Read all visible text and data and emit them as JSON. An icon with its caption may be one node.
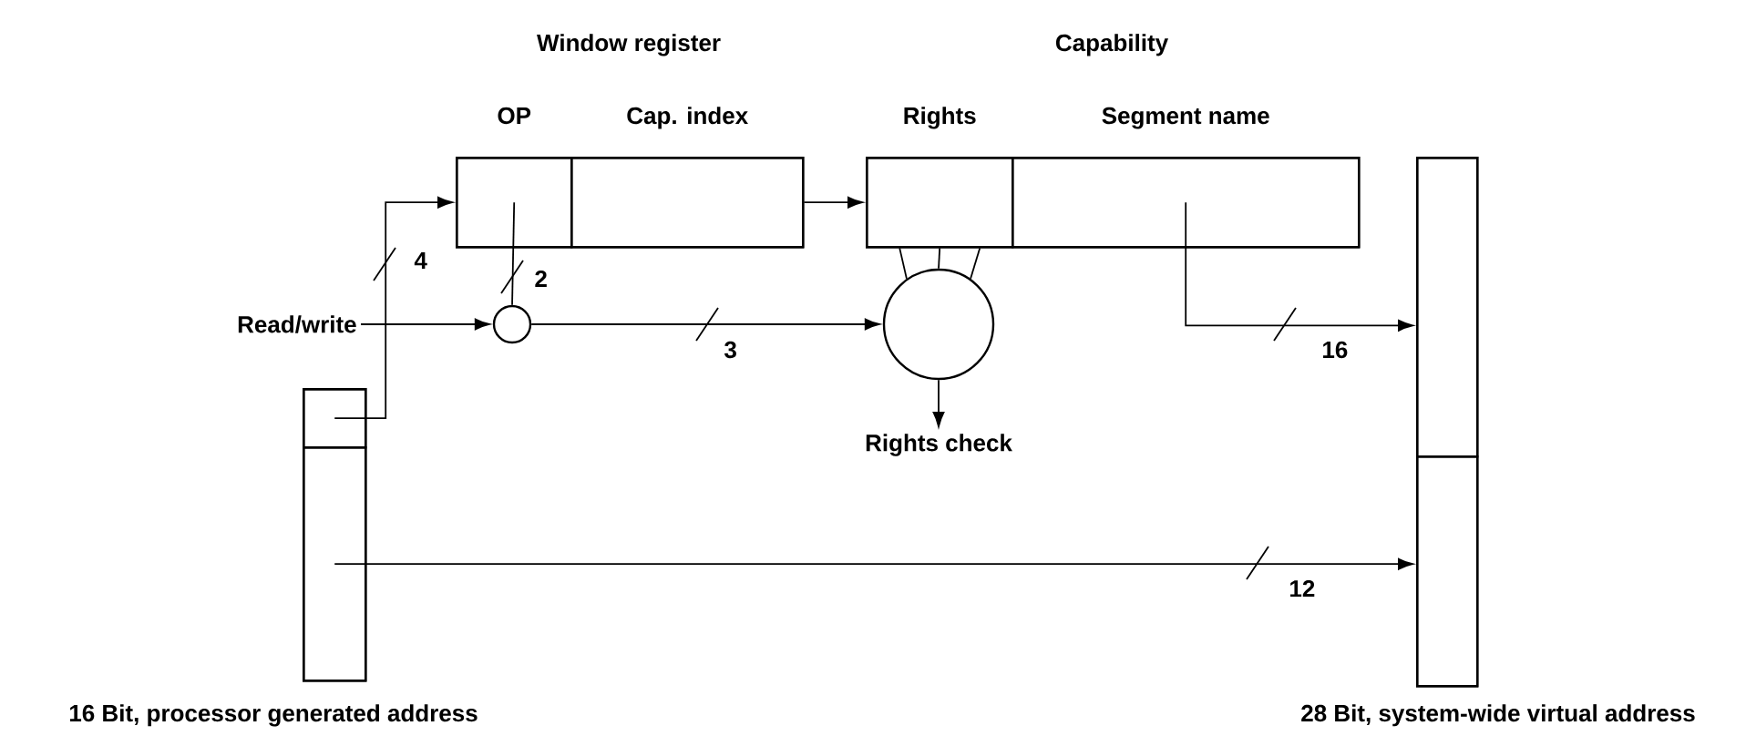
{
  "diagram": {
    "nodes": [
      {
        "text": [
          "Window register"
        ]
      },
      {
        "text": [
          "OP"
        ],
        "in": 0
      },
      {
        "text": [
          "Cap. index"
        ],
        "in": 0
      },
      {
        "text": [
          "Capability"
        ]
      },
      {
        "text": [
          "Rights"
        ],
        "in": 3
      },
      {
        "text": [
          "Segment name"
        ],
        "in": 3
      },
      {
        "text": [
          "Read/write"
        ]
      },
      {
        "text": [],
        "shape": "circle"
      },
      {
        "text": [],
        "shape": "circle"
      },
      {
        "text": [
          "Rights check"
        ]
      },
      {
        "text": [
          "16 Bit, processor generated address"
        ]
      },
      {
        "text": [],
        "shape": "box",
        "in": 10
      },
      {
        "text": [],
        "shape": "box",
        "in": 10
      },
      {
        "text": [
          "28 Bit, system-wide virtual address"
        ]
      },
      {
        "text": [],
        "shape": "box",
        "in": 13
      },
      {
        "text": [],
        "shape": "box",
        "in": 13
      }
    ],
    "edges": [
      {
        "from": 11,
        "to": 1,
        "arrow": "to",
        "label": "4"
      },
      {
        "from": 1,
        "to": 7,
        "arrow": "none",
        "label": "2"
      },
      {
        "from": 6,
        "to": 7,
        "arrow": "to"
      },
      {
        "from": 7,
        "to": 8,
        "arrow": "to",
        "label": "3"
      },
      {
        "from": 2,
        "to": 4,
        "arrow": "to"
      },
      {
        "from": 4,
        "to": 8,
        "arrow": "none"
      },
      {
        "from": 4,
        "to": 8,
        "arrow": "none"
      },
      {
        "from": 4,
        "to": 8,
        "arrow": "none"
      },
      {
        "from": 8,
        "to": 9,
        "arrow": "to"
      },
      {
        "from": 5,
        "to": 14,
        "arrow": "to",
        "label": "16"
      },
      {
        "from": 12,
        "to": 15,
        "arrow": "to",
        "label": "12"
      }
    ]
  }
}
